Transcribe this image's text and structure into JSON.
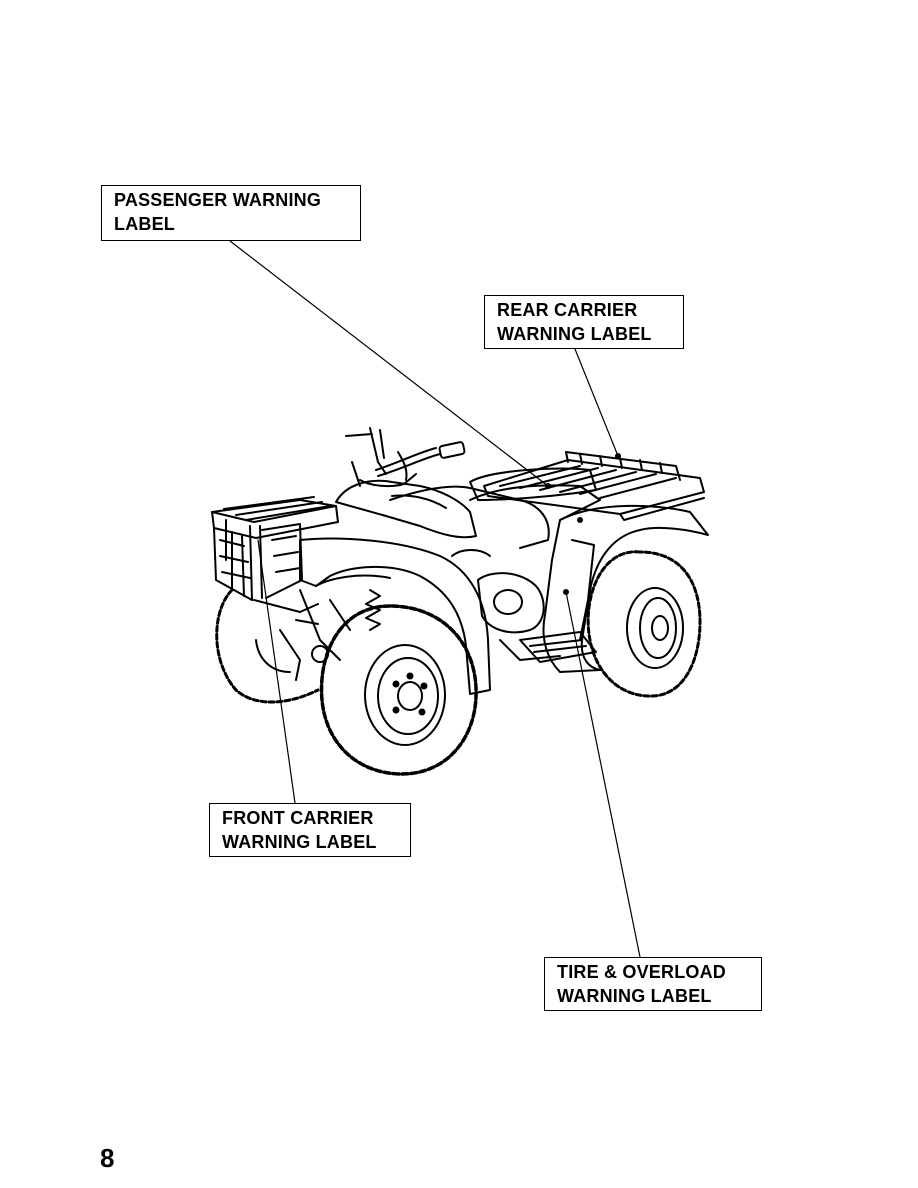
{
  "labels": {
    "passenger": {
      "line1": "PASSENGER WARNING",
      "line2": "LABEL"
    },
    "rear_carrier": {
      "line1": "REAR CARRIER",
      "line2": "WARNING LABEL"
    },
    "front_carrier": {
      "line1": "FRONT CARRIER",
      "line2": "WARNING LABEL"
    },
    "tire_overload": {
      "line1": "TIRE & OVERLOAD",
      "line2": "WARNING LABEL"
    }
  },
  "illustration": {
    "subject": "atv-line-drawing"
  },
  "page_number": "8",
  "colors": {
    "ink": "#000000",
    "paper": "#ffffff"
  }
}
